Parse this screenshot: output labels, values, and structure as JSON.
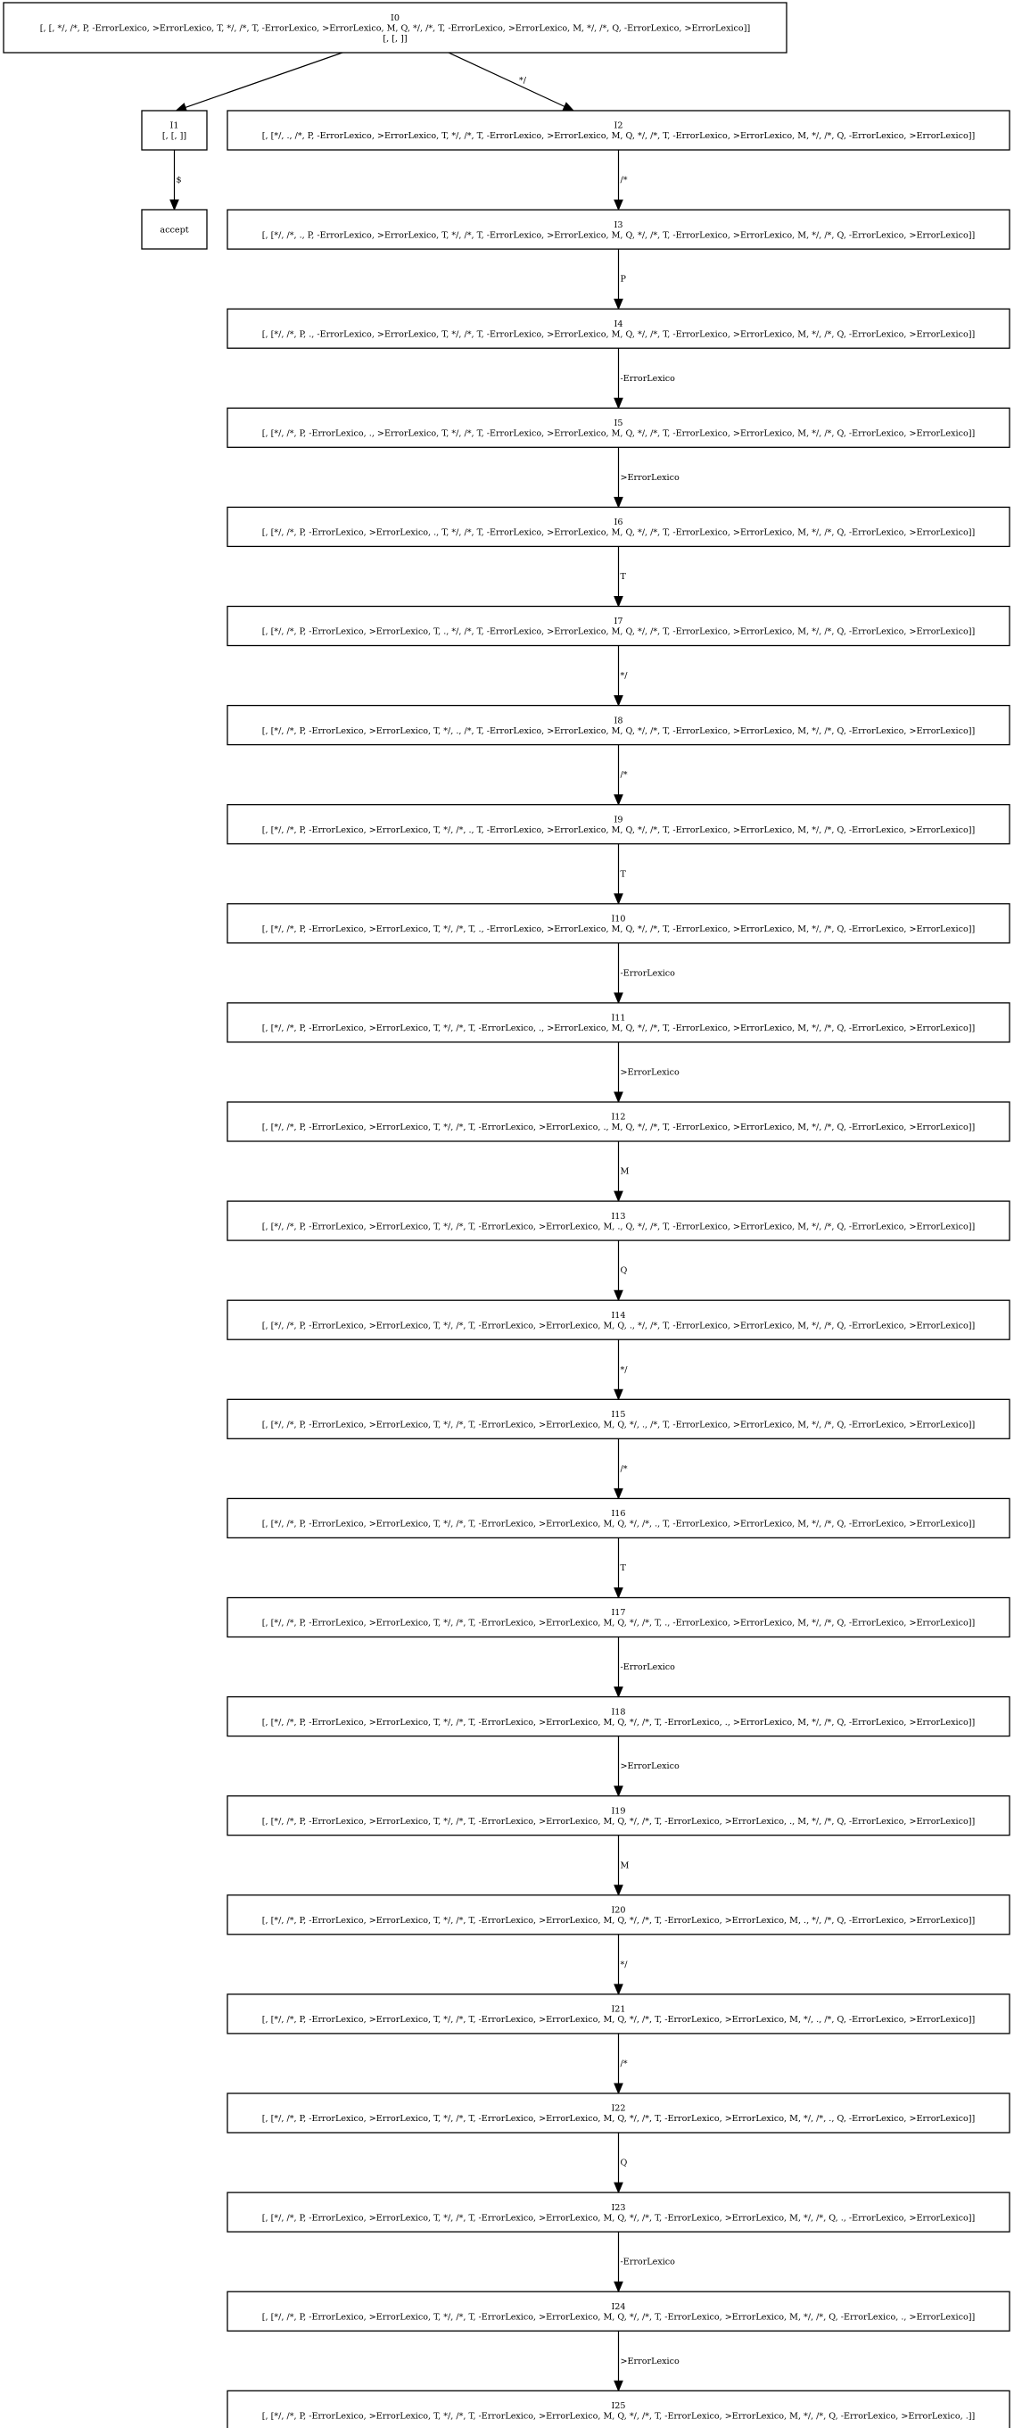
{
  "nodes": [
    {
      "id": "I0",
      "lines": [
        "I0",
        "[, [, */, /*, P, -ErrorLexico, >ErrorLexico, T, */, /*, T, -ErrorLexico, >ErrorLexico, M, Q, */, /*, T, -ErrorLexico, >ErrorLexico, M, */, /*, Q, -ErrorLexico, >ErrorLexico]]",
        "[, [, ]]"
      ]
    },
    {
      "id": "I1",
      "lines": [
        "I1",
        "[, [, ]]"
      ]
    },
    {
      "id": "accept",
      "lines": [
        "accept"
      ]
    },
    {
      "id": "I2",
      "lines": [
        "I2",
        "[, [*/, ., /*, P, -ErrorLexico, >ErrorLexico, T, */, /*, T, -ErrorLexico, >ErrorLexico, M, Q, */, /*, T, -ErrorLexico, >ErrorLexico, M, */, /*, Q, -ErrorLexico, >ErrorLexico]]"
      ]
    },
    {
      "id": "I3",
      "lines": [
        "I3",
        "[, [*/, /*, ., P, -ErrorLexico, >ErrorLexico, T, */, /*, T, -ErrorLexico, >ErrorLexico, M, Q, */, /*, T, -ErrorLexico, >ErrorLexico, M, */, /*, Q, -ErrorLexico, >ErrorLexico]]"
      ]
    },
    {
      "id": "I4",
      "lines": [
        "I4",
        "[, [*/, /*, P, ., -ErrorLexico, >ErrorLexico, T, */, /*, T, -ErrorLexico, >ErrorLexico, M, Q, */, /*, T, -ErrorLexico, >ErrorLexico, M, */, /*, Q, -ErrorLexico, >ErrorLexico]]"
      ]
    },
    {
      "id": "I5",
      "lines": [
        "I5",
        "[, [*/, /*, P, -ErrorLexico, ., >ErrorLexico, T, */, /*, T, -ErrorLexico, >ErrorLexico, M, Q, */, /*, T, -ErrorLexico, >ErrorLexico, M, */, /*, Q, -ErrorLexico, >ErrorLexico]]"
      ]
    },
    {
      "id": "I6",
      "lines": [
        "I6",
        "[, [*/, /*, P, -ErrorLexico, >ErrorLexico, ., T, */, /*, T, -ErrorLexico, >ErrorLexico, M, Q, */, /*, T, -ErrorLexico, >ErrorLexico, M, */, /*, Q, -ErrorLexico, >ErrorLexico]]"
      ]
    },
    {
      "id": "I7",
      "lines": [
        "I7",
        "[, [*/, /*, P, -ErrorLexico, >ErrorLexico, T, ., */, /*, T, -ErrorLexico, >ErrorLexico, M, Q, */, /*, T, -ErrorLexico, >ErrorLexico, M, */, /*, Q, -ErrorLexico, >ErrorLexico]]"
      ]
    },
    {
      "id": "I8",
      "lines": [
        "I8",
        "[, [*/, /*, P, -ErrorLexico, >ErrorLexico, T, */, ., /*, T, -ErrorLexico, >ErrorLexico, M, Q, */, /*, T, -ErrorLexico, >ErrorLexico, M, */, /*, Q, -ErrorLexico, >ErrorLexico]]"
      ]
    },
    {
      "id": "I9",
      "lines": [
        "I9",
        "[, [*/, /*, P, -ErrorLexico, >ErrorLexico, T, */, /*, ., T, -ErrorLexico, >ErrorLexico, M, Q, */, /*, T, -ErrorLexico, >ErrorLexico, M, */, /*, Q, -ErrorLexico, >ErrorLexico]]"
      ]
    },
    {
      "id": "I10",
      "lines": [
        "I10",
        "[, [*/, /*, P, -ErrorLexico, >ErrorLexico, T, */, /*, T, ., -ErrorLexico, >ErrorLexico, M, Q, */, /*, T, -ErrorLexico, >ErrorLexico, M, */, /*, Q, -ErrorLexico, >ErrorLexico]]"
      ]
    },
    {
      "id": "I11",
      "lines": [
        "I11",
        "[, [*/, /*, P, -ErrorLexico, >ErrorLexico, T, */, /*, T, -ErrorLexico, ., >ErrorLexico, M, Q, */, /*, T, -ErrorLexico, >ErrorLexico, M, */, /*, Q, -ErrorLexico, >ErrorLexico]]"
      ]
    },
    {
      "id": "I12",
      "lines": [
        "I12",
        "[, [*/, /*, P, -ErrorLexico, >ErrorLexico, T, */, /*, T, -ErrorLexico, >ErrorLexico, ., M, Q, */, /*, T, -ErrorLexico, >ErrorLexico, M, */, /*, Q, -ErrorLexico, >ErrorLexico]]"
      ]
    },
    {
      "id": "I13",
      "lines": [
        "I13",
        "[, [*/, /*, P, -ErrorLexico, >ErrorLexico, T, */, /*, T, -ErrorLexico, >ErrorLexico, M, ., Q, */, /*, T, -ErrorLexico, >ErrorLexico, M, */, /*, Q, -ErrorLexico, >ErrorLexico]]"
      ]
    },
    {
      "id": "I14",
      "lines": [
        "I14",
        "[, [*/, /*, P, -ErrorLexico, >ErrorLexico, T, */, /*, T, -ErrorLexico, >ErrorLexico, M, Q, ., */, /*, T, -ErrorLexico, >ErrorLexico, M, */, /*, Q, -ErrorLexico, >ErrorLexico]]"
      ]
    },
    {
      "id": "I15",
      "lines": [
        "I15",
        "[, [*/, /*, P, -ErrorLexico, >ErrorLexico, T, */, /*, T, -ErrorLexico, >ErrorLexico, M, Q, */, ., /*, T, -ErrorLexico, >ErrorLexico, M, */, /*, Q, -ErrorLexico, >ErrorLexico]]"
      ]
    },
    {
      "id": "I16",
      "lines": [
        "I16",
        "[, [*/, /*, P, -ErrorLexico, >ErrorLexico, T, */, /*, T, -ErrorLexico, >ErrorLexico, M, Q, */, /*, ., T, -ErrorLexico, >ErrorLexico, M, */, /*, Q, -ErrorLexico, >ErrorLexico]]"
      ]
    },
    {
      "id": "I17",
      "lines": [
        "I17",
        "[, [*/, /*, P, -ErrorLexico, >ErrorLexico, T, */, /*, T, -ErrorLexico, >ErrorLexico, M, Q, */, /*, T, ., -ErrorLexico, >ErrorLexico, M, */, /*, Q, -ErrorLexico, >ErrorLexico]]"
      ]
    },
    {
      "id": "I18",
      "lines": [
        "I18",
        "[, [*/, /*, P, -ErrorLexico, >ErrorLexico, T, */, /*, T, -ErrorLexico, >ErrorLexico, M, Q, */, /*, T, -ErrorLexico, ., >ErrorLexico, M, */, /*, Q, -ErrorLexico, >ErrorLexico]]"
      ]
    },
    {
      "id": "I19",
      "lines": [
        "I19",
        "[, [*/, /*, P, -ErrorLexico, >ErrorLexico, T, */, /*, T, -ErrorLexico, >ErrorLexico, M, Q, */, /*, T, -ErrorLexico, >ErrorLexico, ., M, */, /*, Q, -ErrorLexico, >ErrorLexico]]"
      ]
    },
    {
      "id": "I20",
      "lines": [
        "I20",
        "[, [*/, /*, P, -ErrorLexico, >ErrorLexico, T, */, /*, T, -ErrorLexico, >ErrorLexico, M, Q, */, /*, T, -ErrorLexico, >ErrorLexico, M, ., */, /*, Q, -ErrorLexico, >ErrorLexico]]"
      ]
    },
    {
      "id": "I21",
      "lines": [
        "I21",
        "[, [*/, /*, P, -ErrorLexico, >ErrorLexico, T, */, /*, T, -ErrorLexico, >ErrorLexico, M, Q, */, /*, T, -ErrorLexico, >ErrorLexico, M, */, ., /*, Q, -ErrorLexico, >ErrorLexico]]"
      ]
    },
    {
      "id": "I22",
      "lines": [
        "I22",
        "[, [*/, /*, P, -ErrorLexico, >ErrorLexico, T, */, /*, T, -ErrorLexico, >ErrorLexico, M, Q, */, /*, T, -ErrorLexico, >ErrorLexico, M, */, /*, ., Q, -ErrorLexico, >ErrorLexico]]"
      ]
    },
    {
      "id": "I23",
      "lines": [
        "I23",
        "[, [*/, /*, P, -ErrorLexico, >ErrorLexico, T, */, /*, T, -ErrorLexico, >ErrorLexico, M, Q, */, /*, T, -ErrorLexico, >ErrorLexico, M, */, /*, Q, ., -ErrorLexico, >ErrorLexico]]"
      ]
    },
    {
      "id": "I24",
      "lines": [
        "I24",
        "[, [*/, /*, P, -ErrorLexico, >ErrorLexico, T, */, /*, T, -ErrorLexico, >ErrorLexico, M, Q, */, /*, T, -ErrorLexico, >ErrorLexico, M, */, /*, Q, -ErrorLexico, ., >ErrorLexico]]"
      ]
    },
    {
      "id": "I25",
      "lines": [
        "I25",
        "[, [*/, /*, P, -ErrorLexico, >ErrorLexico, T, */, /*, T, -ErrorLexico, >ErrorLexico, M, Q, */, /*, T, -ErrorLexico, >ErrorLexico, M, */, /*, Q, -ErrorLexico, >ErrorLexico, .]]"
      ]
    }
  ],
  "edges": [
    {
      "from": "I0",
      "to": "I1",
      "label": ""
    },
    {
      "from": "I0",
      "to": "I2",
      "label": "*/"
    },
    {
      "from": "I1",
      "to": "accept",
      "label": "$"
    },
    {
      "from": "I2",
      "to": "I3",
      "label": "/*"
    },
    {
      "from": "I3",
      "to": "I4",
      "label": "P"
    },
    {
      "from": "I4",
      "to": "I5",
      "label": "-ErrorLexico"
    },
    {
      "from": "I5",
      "to": "I6",
      "label": ">ErrorLexico"
    },
    {
      "from": "I6",
      "to": "I7",
      "label": "T"
    },
    {
      "from": "I7",
      "to": "I8",
      "label": "*/"
    },
    {
      "from": "I8",
      "to": "I9",
      "label": "/*"
    },
    {
      "from": "I9",
      "to": "I10",
      "label": "T"
    },
    {
      "from": "I10",
      "to": "I11",
      "label": "-ErrorLexico"
    },
    {
      "from": "I11",
      "to": "I12",
      "label": ">ErrorLexico"
    },
    {
      "from": "I12",
      "to": "I13",
      "label": "M"
    },
    {
      "from": "I13",
      "to": "I14",
      "label": "Q"
    },
    {
      "from": "I14",
      "to": "I15",
      "label": "*/"
    },
    {
      "from": "I15",
      "to": "I16",
      "label": "/*"
    },
    {
      "from": "I16",
      "to": "I17",
      "label": "T"
    },
    {
      "from": "I17",
      "to": "I18",
      "label": "-ErrorLexico"
    },
    {
      "from": "I18",
      "to": "I19",
      "label": ">ErrorLexico"
    },
    {
      "from": "I19",
      "to": "I20",
      "label": "M"
    },
    {
      "from": "I20",
      "to": "I21",
      "label": "*/"
    },
    {
      "from": "I21",
      "to": "I22",
      "label": "/*"
    },
    {
      "from": "I22",
      "to": "I23",
      "label": "Q"
    },
    {
      "from": "I23",
      "to": "I24",
      "label": "-ErrorLexico"
    },
    {
      "from": "I24",
      "to": "I25",
      "label": ">ErrorLexico"
    }
  ]
}
